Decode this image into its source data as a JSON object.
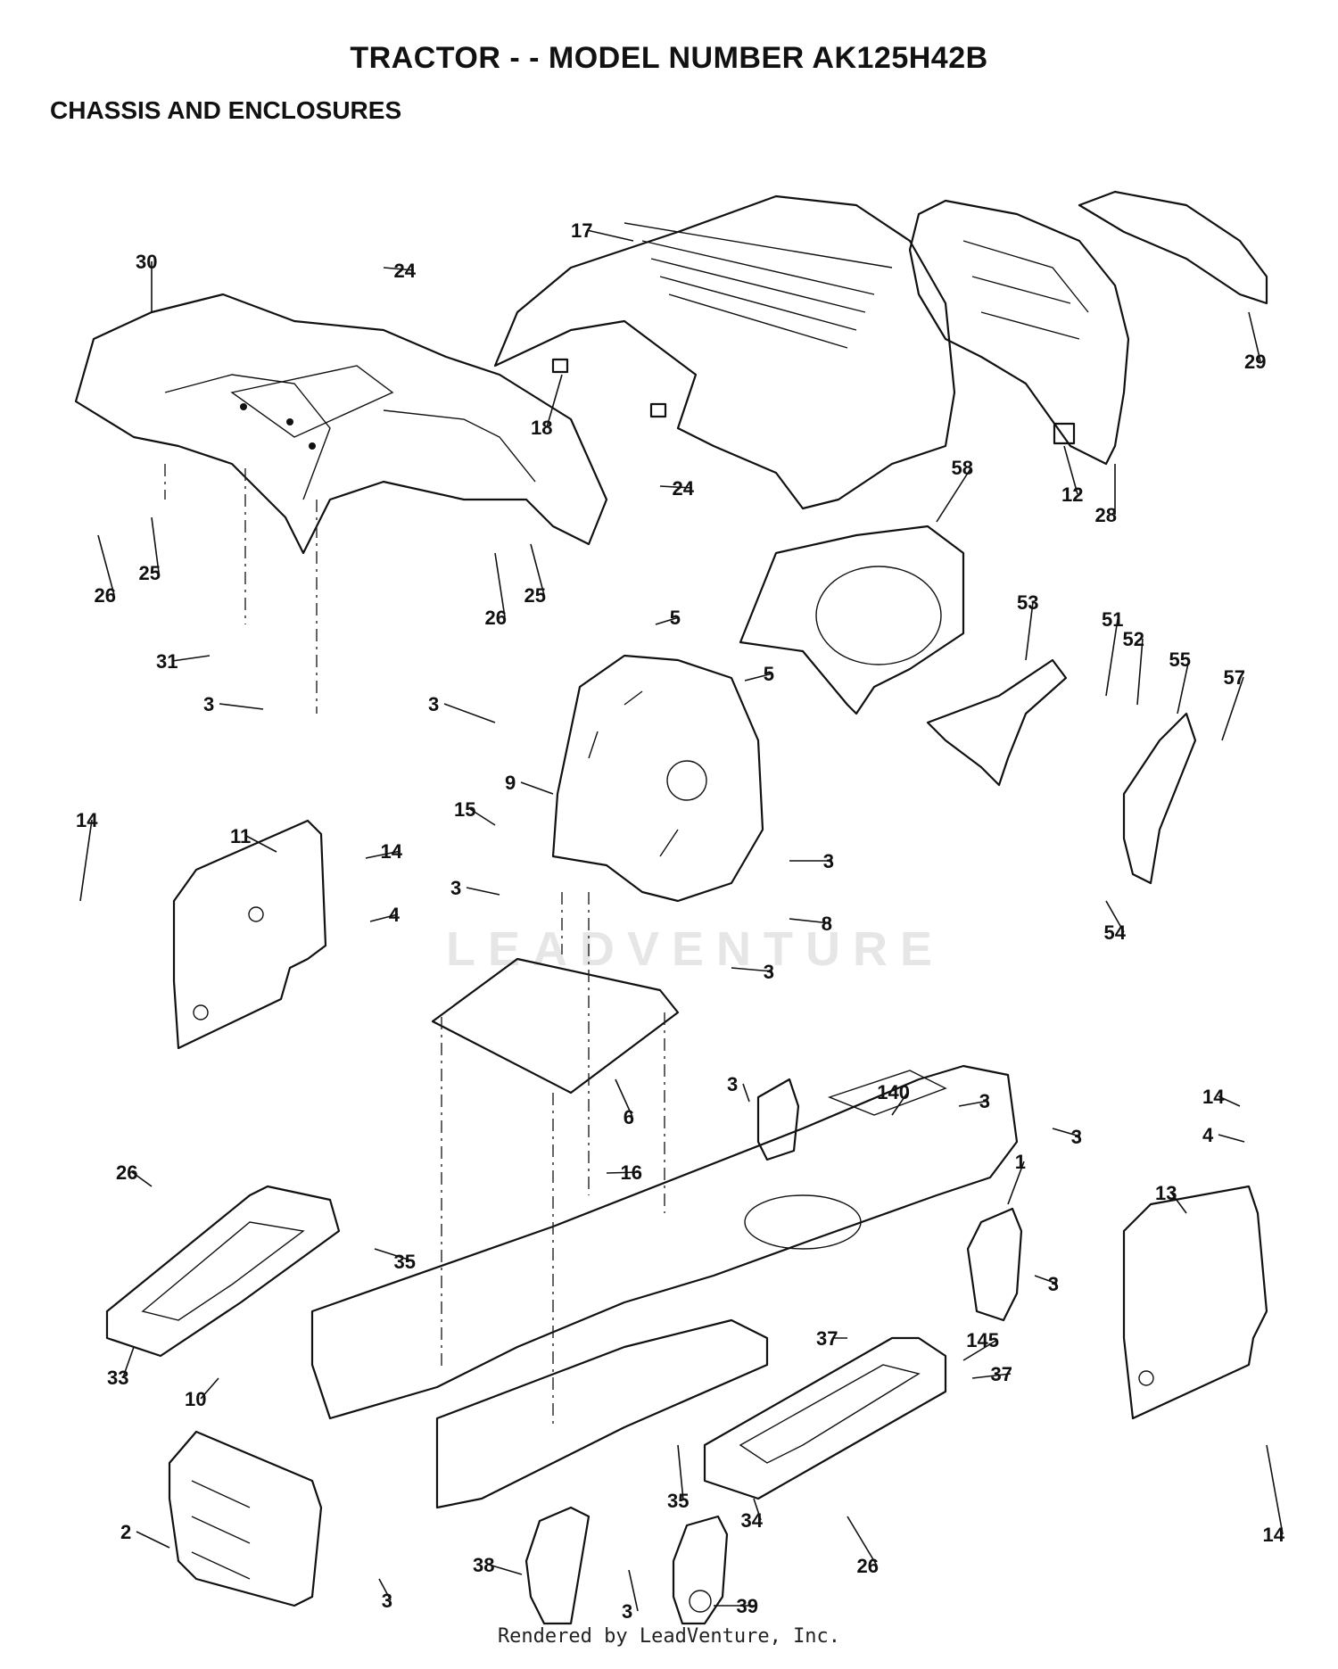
{
  "header": {
    "title": "TRACTOR - - MODEL NUMBER AK125H42B",
    "subtitle": "CHASSIS AND ENCLOSURES"
  },
  "watermark": "LEADVENTURE",
  "footer": "Rendered by LeadVenture, Inc.",
  "callouts": [
    "1",
    "2",
    "3",
    "4",
    "5",
    "6",
    "8",
    "9",
    "10",
    "11",
    "12",
    "13",
    "14",
    "15",
    "16",
    "17",
    "18",
    "24",
    "25",
    "26",
    "28",
    "29",
    "30",
    "31",
    "33",
    "34",
    "35",
    "37",
    "38",
    "39",
    "51",
    "52",
    "53",
    "54",
    "55",
    "57",
    "58",
    "140",
    "145"
  ]
}
